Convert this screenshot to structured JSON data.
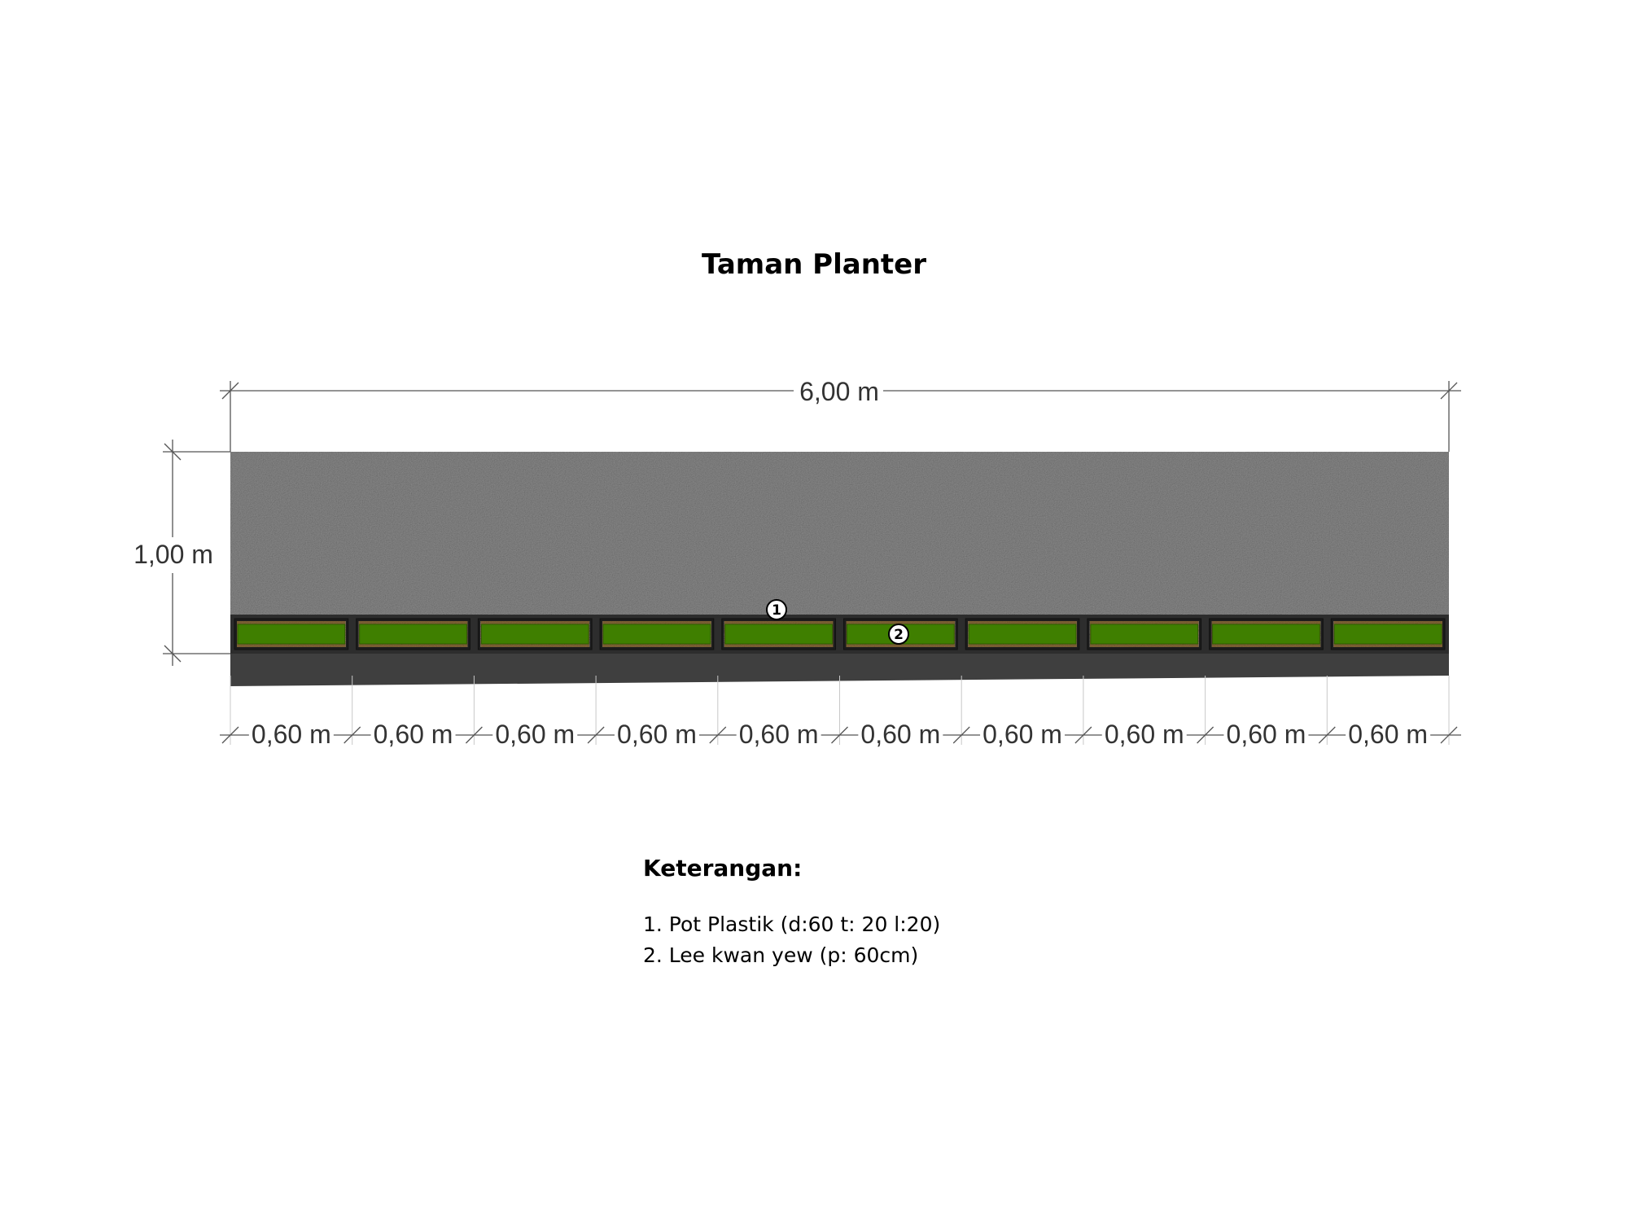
{
  "title": "Taman Planter",
  "dimensions": {
    "width_label": "6,00 m",
    "height_label": "1,00 m",
    "segment_label": "0,60 m",
    "segment_count": 10
  },
  "markers": [
    {
      "label": "1"
    },
    {
      "label": "2"
    }
  ],
  "legend": {
    "title": "Keterangan:",
    "items": [
      "1. Pot Plastik (d:60 t: 20 l:20)",
      "2. Lee kwan yew (p: 60cm)"
    ]
  },
  "colors": {
    "gravel": "#8a8a8a",
    "planter": "#2d2d2d",
    "soil": "#8a6a3a",
    "plant": "#3f7f00",
    "base": "#3f3f3f",
    "dimension_line": "#555555"
  }
}
